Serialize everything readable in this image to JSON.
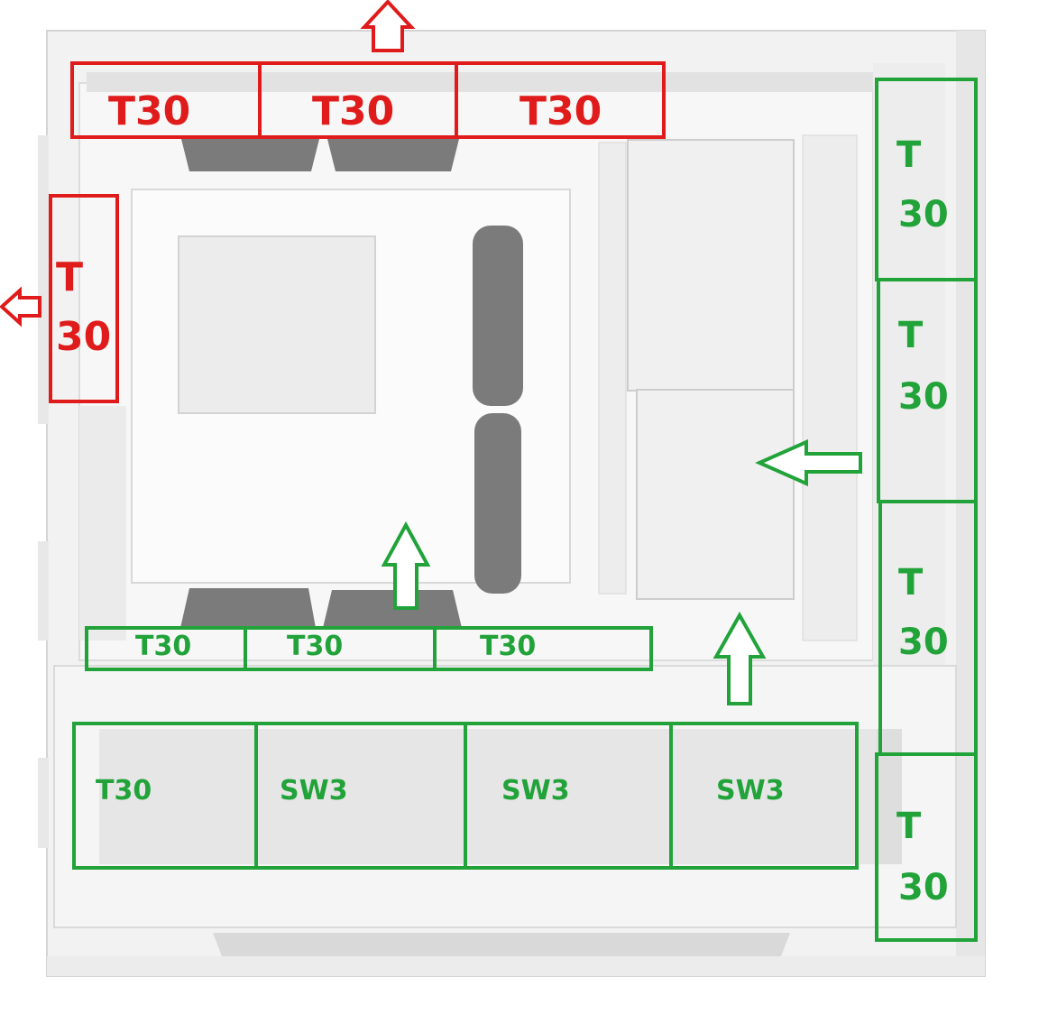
{
  "colors": {
    "intake": "#21a33a",
    "exhaust": "#e01b1b",
    "case_body": "#f1f1f1",
    "case_shadow": "#cfcfcf",
    "fan_dark": "#7b7b7b"
  },
  "annotations": {
    "top_fans": [
      "T30",
      "T30",
      "T30"
    ],
    "rear_fan": {
      "line1": "T",
      "line2": "30"
    },
    "bottom_fans": [
      "T30",
      "T30",
      "T30"
    ],
    "psu_shroud_fans": [
      "T30",
      "SW3",
      "SW3",
      "SW3"
    ],
    "front_fans": [
      {
        "line1": "T",
        "line2": "30"
      },
      {
        "line1": "T",
        "line2": "30"
      },
      {
        "line1": "T",
        "line2": "30"
      },
      {
        "line1": "T",
        "line2": "30"
      }
    ]
  },
  "icons": {
    "exhaust_arrows": [
      "arrow-up-icon",
      "arrow-left-icon"
    ],
    "intake_arrows": [
      "arrow-up-icon",
      "arrow-up-icon",
      "arrow-left-icon"
    ]
  }
}
